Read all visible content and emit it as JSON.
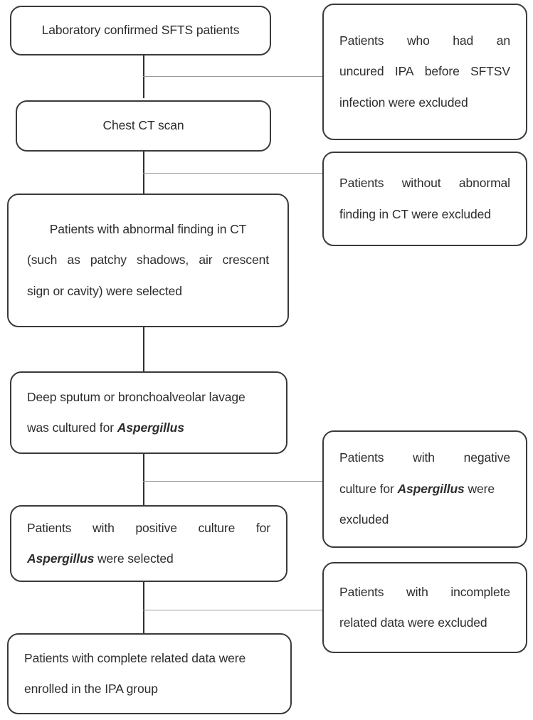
{
  "diagram": {
    "title": "Patient selection flowchart for the IPA group",
    "type": "flowchart",
    "orientation": "top-to-bottom with right-side exclusion branches",
    "colors": {
      "box_border": "#3a3a3a",
      "box_fill": "#ffffff",
      "main_connector": "#2f2f2f",
      "branch_connector": "#9a9a9a",
      "text": "#2d2d2d"
    }
  },
  "main_nodes": [
    {
      "id": "node-lab-confirmed",
      "name": "laboratory-confirmed-sfts-patients",
      "align": "center",
      "lines": [
        {
          "align": "ctr",
          "text": "Laboratory confirmed SFTS patients"
        }
      ]
    },
    {
      "id": "node-chest-ct",
      "name": "chest-ct-scan",
      "align": "center",
      "lines": [
        {
          "align": "ctr",
          "text": "Chest CT scan"
        }
      ]
    },
    {
      "id": "node-abnormal-finding",
      "name": "patients-with-abnormal-finding-in-ct",
      "align": "mixed",
      "lines": [
        {
          "align": "ctr",
          "text": "Patients with abnormal finding in CT"
        },
        {
          "align": "just",
          "words": [
            "(such",
            "as",
            "patchy",
            "shadows,",
            "air",
            "crescent"
          ]
        },
        {
          "align": "left",
          "text": "sign or cavity) were selected"
        }
      ]
    },
    {
      "id": "node-sputum-culture",
      "name": "deep-sputum-or-bronchoalveolar-lavage-culture",
      "align": "left",
      "lines": [
        {
          "align": "left",
          "text": "Deep sputum or bronchoalveolar lavage"
        },
        {
          "align": "left",
          "text": "was cultured for ",
          "italic_text": "Aspergillus"
        }
      ]
    },
    {
      "id": "node-positive-culture",
      "name": "patients-with-positive-culture-for-aspergillus",
      "align": "mixed",
      "lines": [
        {
          "align": "just",
          "words": [
            "Patients",
            "with",
            "positive",
            "culture",
            "for"
          ]
        },
        {
          "align": "left",
          "italic_text": "Aspergillus",
          "text": " were selected"
        }
      ]
    },
    {
      "id": "node-enrolled-ipa",
      "name": "patients-with-complete-related-data-enrolled-in-ipa-group",
      "align": "left",
      "lines": [
        {
          "align": "left",
          "text": "Patients with complete related data were"
        },
        {
          "align": "left",
          "text": "enrolled in the IPA group"
        }
      ]
    }
  ],
  "exclusion_nodes": [
    {
      "id": "excl-uncured-ipa",
      "name": "exclusion-uncured-ipa-before-sftsv-infection",
      "lines": [
        {
          "align": "just",
          "words": [
            "Patients",
            "who",
            "had",
            "an"
          ]
        },
        {
          "align": "just",
          "words": [
            "uncured",
            "IPA",
            "before",
            "SFTSV"
          ]
        },
        {
          "align": "left",
          "text": "infection were excluded"
        }
      ]
    },
    {
      "id": "excl-no-abnormal-ct",
      "name": "exclusion-no-abnormal-finding-in-ct",
      "lines": [
        {
          "align": "just",
          "words": [
            "Patients",
            "without",
            "abnormal"
          ]
        },
        {
          "align": "left",
          "text": "finding in CT were excluded"
        }
      ]
    },
    {
      "id": "excl-negative-culture",
      "name": "exclusion-negative-culture-for-aspergillus",
      "lines": [
        {
          "align": "just",
          "words": [
            "Patients",
            "with",
            "negative"
          ]
        },
        {
          "align": "left",
          "text": "culture for ",
          "italic_text": "Aspergillus",
          "text_after": " were"
        },
        {
          "align": "left",
          "text": "excluded"
        }
      ]
    },
    {
      "id": "excl-incomplete-data",
      "name": "exclusion-incomplete-related-data",
      "lines": [
        {
          "align": "just",
          "words": [
            "Patients",
            "with",
            "incomplete"
          ]
        },
        {
          "align": "left",
          "text": "related data were excluded"
        }
      ]
    }
  ],
  "text": {
    "n1_l1": "Laboratory confirmed SFTS patients",
    "n2_l1": "Chest CT scan",
    "n3_l1": "Patients with abnormal finding in CT",
    "n3_l2_w1": "(such",
    "n3_l2_w2": "as",
    "n3_l2_w3": "patchy",
    "n3_l2_w4": "shadows,",
    "n3_l2_w5": "air",
    "n3_l2_w6": "crescent",
    "n3_l3": "sign or cavity) were selected",
    "n4_l1": "Deep sputum or bronchoalveolar lavage",
    "n4_l2_a": "was cultured for ",
    "n4_l2_it": "Aspergillus",
    "n5_l1_w1": "Patients",
    "n5_l1_w2": "with",
    "n5_l1_w3": "positive",
    "n5_l1_w4": "culture",
    "n5_l1_w5": "for",
    "n5_l2_it": "Aspergillus",
    "n5_l2_b": " were selected",
    "n6_l1": "Patients with complete related data were",
    "n6_l2": "enrolled in the IPA group",
    "e1_l1_w1": "Patients",
    "e1_l1_w2": "who",
    "e1_l1_w3": "had",
    "e1_l1_w4": "an",
    "e1_l2_w1": "uncured",
    "e1_l2_w2": "IPA",
    "e1_l2_w3": "before",
    "e1_l2_w4": "SFTSV",
    "e1_l3": "infection were excluded",
    "e2_l1_w1": "Patients",
    "e2_l1_w2": "without",
    "e2_l1_w3": "abnormal",
    "e2_l2": "finding in CT were excluded",
    "e3_l1_w1": "Patients",
    "e3_l1_w2": "with",
    "e3_l1_w3": "negative",
    "e3_l2_a": "culture for ",
    "e3_l2_it": "Aspergillus",
    "e3_l2_b": " were",
    "e3_l3": "excluded",
    "e4_l1_w1": "Patients",
    "e4_l1_w2": "with",
    "e4_l1_w3": "incomplete",
    "e4_l2": "related data were excluded"
  }
}
